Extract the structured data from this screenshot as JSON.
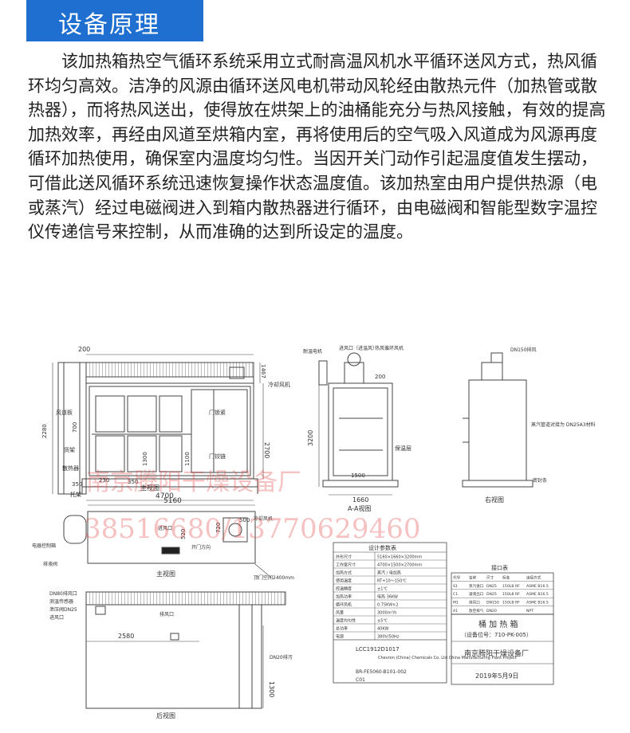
{
  "header": {
    "title": "设备原理"
  },
  "description": "该加热箱热空气循环系统采用立式耐高温风机水平循环送风方式，热风循环均匀高效。洁净的风源由循环送风电机带动风轮经由散热元件（加热管或散热器），而将热风送出，使得放在烘架上的油桶能充分与热风接触，有效的提高加热效率，再经由风道至烘箱内室，再将使用后的空气吸入风道成为风源再度循环加热使用，确保室内温度均匀性。当因开关门动作引起温度值发生摆动，可借此送风循环系统迅速恢复操作状态温度值。该加热室由用户提供热源（电或蒸汽）经过电磁阀进入到箱内散热器进行循环，由电磁阀和智能型数字温控仪传递信号来控制，从而准确的达到所设定的温度。",
  "drawing": {
    "main_view": {
      "caption": "主视图",
      "dims": {
        "top": "200",
        "width": "4700",
        "height": "2700",
        "right_top": "1467",
        "left_h": "2280",
        "d1": "700",
        "d2": "1300",
        "d3": "1100",
        "d4": "350",
        "d5": "350",
        "d6": "230"
      },
      "labels": {
        "fan": "冷却风机",
        "duct": "风道板",
        "door": "门锁紧",
        "hinge": "门铰链",
        "rack": "货架",
        "heater": "散热器",
        "base": "托架"
      }
    },
    "aa_view": {
      "caption": "A-A视图",
      "dims": {
        "width": "1660",
        "height": "3200",
        "d1": "200",
        "d2": "1500"
      },
      "labels": {
        "inlet": "进风口（进温风）",
        "fan": "热风循环风机",
        "motor": "耐温电机",
        "insul": "保温层"
      }
    },
    "right_view": {
      "caption": "右视图",
      "labels": {
        "pipe": "DN150排风",
        "steam": "蒸汽管道对接为 DN25A3材料",
        "seal": "密封条"
      }
    },
    "top_view": {
      "caption": "主视图",
      "dims": {
        "width": "5160",
        "d1": "720",
        "d2": "500",
        "d3": "520"
      },
      "labels": {
        "outlet": "进风口",
        "fan": "冷却风机",
        "box": "电器控制箱",
        "drain": "排液阀",
        "door": "开门方向",
        "space": "顶门空间2400mm"
      }
    },
    "rear_view": {
      "caption": "后视图",
      "dims": {
        "width": "2580",
        "height": "1300"
      },
      "labels": {
        "a": "DN80排风口",
        "b": "测温传感器",
        "c": "泄压阀DN25",
        "d": "进风口",
        "e": "排风口",
        "f": "DN20排污"
      }
    },
    "watermark": {
      "company": "南京腾阳干燥设备厂",
      "phone": "38516680/13770629460"
    },
    "spec_table": {
      "title": "设计参数表",
      "rows": [
        [
          "外形尺寸",
          "5160×1660×3200mm"
        ],
        [
          "工作室尺寸",
          "4700×1500×2700mm"
        ],
        [
          "加热方式",
          "蒸汽 / 电加热"
        ],
        [
          "使用温度",
          "RT+10～150℃"
        ],
        [
          "控温精度",
          "±1℃"
        ],
        [
          "加热功率",
          "电热 36KW"
        ],
        [
          "循环风机",
          "0.75KW×2"
        ],
        [
          "风量",
          "3000m³/h"
        ],
        [
          "温度均匀性",
          "±5℃"
        ],
        [
          "总功率",
          "40KW"
        ],
        [
          "电源",
          "380V/50Hz"
        ]
      ],
      "code": "LCC1912D1017",
      "company_en": "Chevron (China) Chemicals Co. Ltd China Manufacturing Plant Project",
      "drawing_no": "BR-FE5060-B101-002",
      "rev": "C01"
    },
    "nozzle_table": {
      "title": "接口表",
      "headers": [
        "代号",
        "名称",
        "尺寸",
        "标准",
        "连接方式"
      ],
      "rows": [
        [
          "S1",
          "蒸汽进口",
          "DN25",
          "150LB RF",
          "ASME B16.5"
        ],
        [
          "C1",
          "凝液出口",
          "DN25",
          "150LB RF",
          "ASME B16.5"
        ],
        [
          "M1",
          "排风口",
          "DN150",
          "150LB RF",
          "ASME B16.5"
        ],
        [
          "A1",
          "放空排气",
          "DN20",
          "",
          "NPT"
        ]
      ]
    },
    "title_block": {
      "name": "桶 加 热 箱",
      "position": "（设备位号：710-PK-005）",
      "company": "南京腾阳干燥设备厂",
      "date": "2019年5月9日"
    }
  }
}
